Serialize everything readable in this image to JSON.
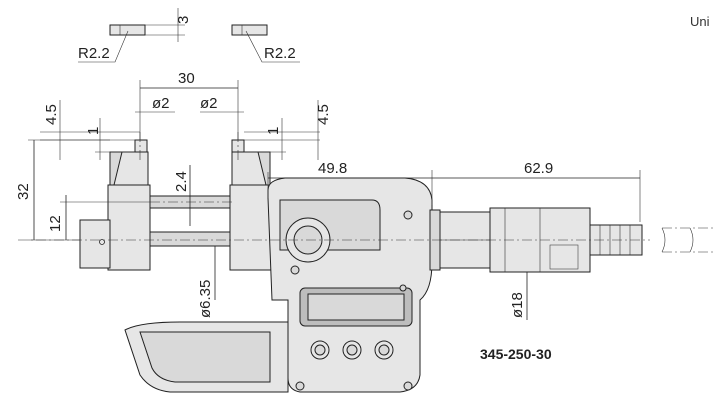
{
  "header": {
    "unit_label": "Uni"
  },
  "model_number": "345-250-30",
  "dimensions": {
    "tip_thickness": "3",
    "radius_left": "R2.2",
    "radius_right": "R2.2",
    "jaw_spacing": "30",
    "tip_dia_left": "ø2",
    "tip_dia_right": "ø2",
    "tip_len_left": "4.5",
    "tip_len_right": "4.5",
    "tip_step_left": "1",
    "tip_step_right": "1",
    "gap": "2.4",
    "total_height": "32",
    "spindle_height": "12",
    "frame_length": "49.8",
    "thimble_length": "62.9",
    "spindle_dia": "ø6.35",
    "thimble_dia": "ø18"
  }
}
